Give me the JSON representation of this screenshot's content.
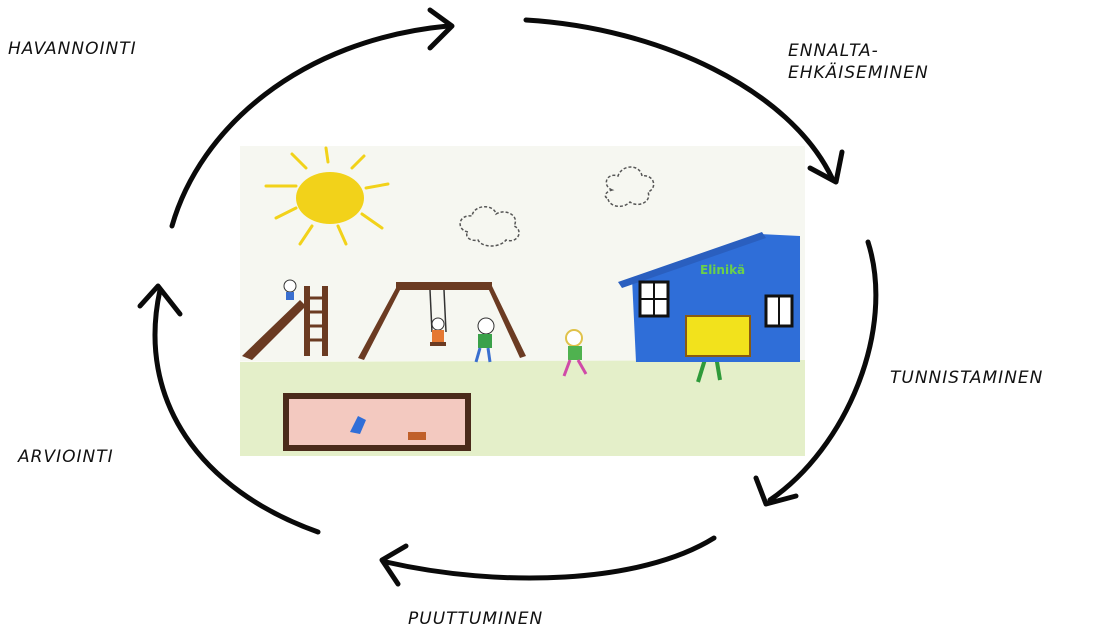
{
  "cycle": {
    "stages": [
      {
        "label": "HAVANNOINTI"
      },
      {
        "label_line1": "ENNALTA-",
        "label_line2": "EHKÄISEMINEN"
      },
      {
        "label": "TUNNISTAMINEN"
      },
      {
        "label": "PUUTTUMINEN"
      },
      {
        "label": "ARVIOINTI"
      }
    ]
  },
  "drawing": {
    "sign_text": "Elinikä",
    "colors": {
      "sun": "#f2d21a",
      "ground": "#e4efc9",
      "building": "#2f6ed8",
      "wood": "#6b3b22",
      "sandbox": "#f3c9c0",
      "sign": "#f2e21c"
    }
  }
}
